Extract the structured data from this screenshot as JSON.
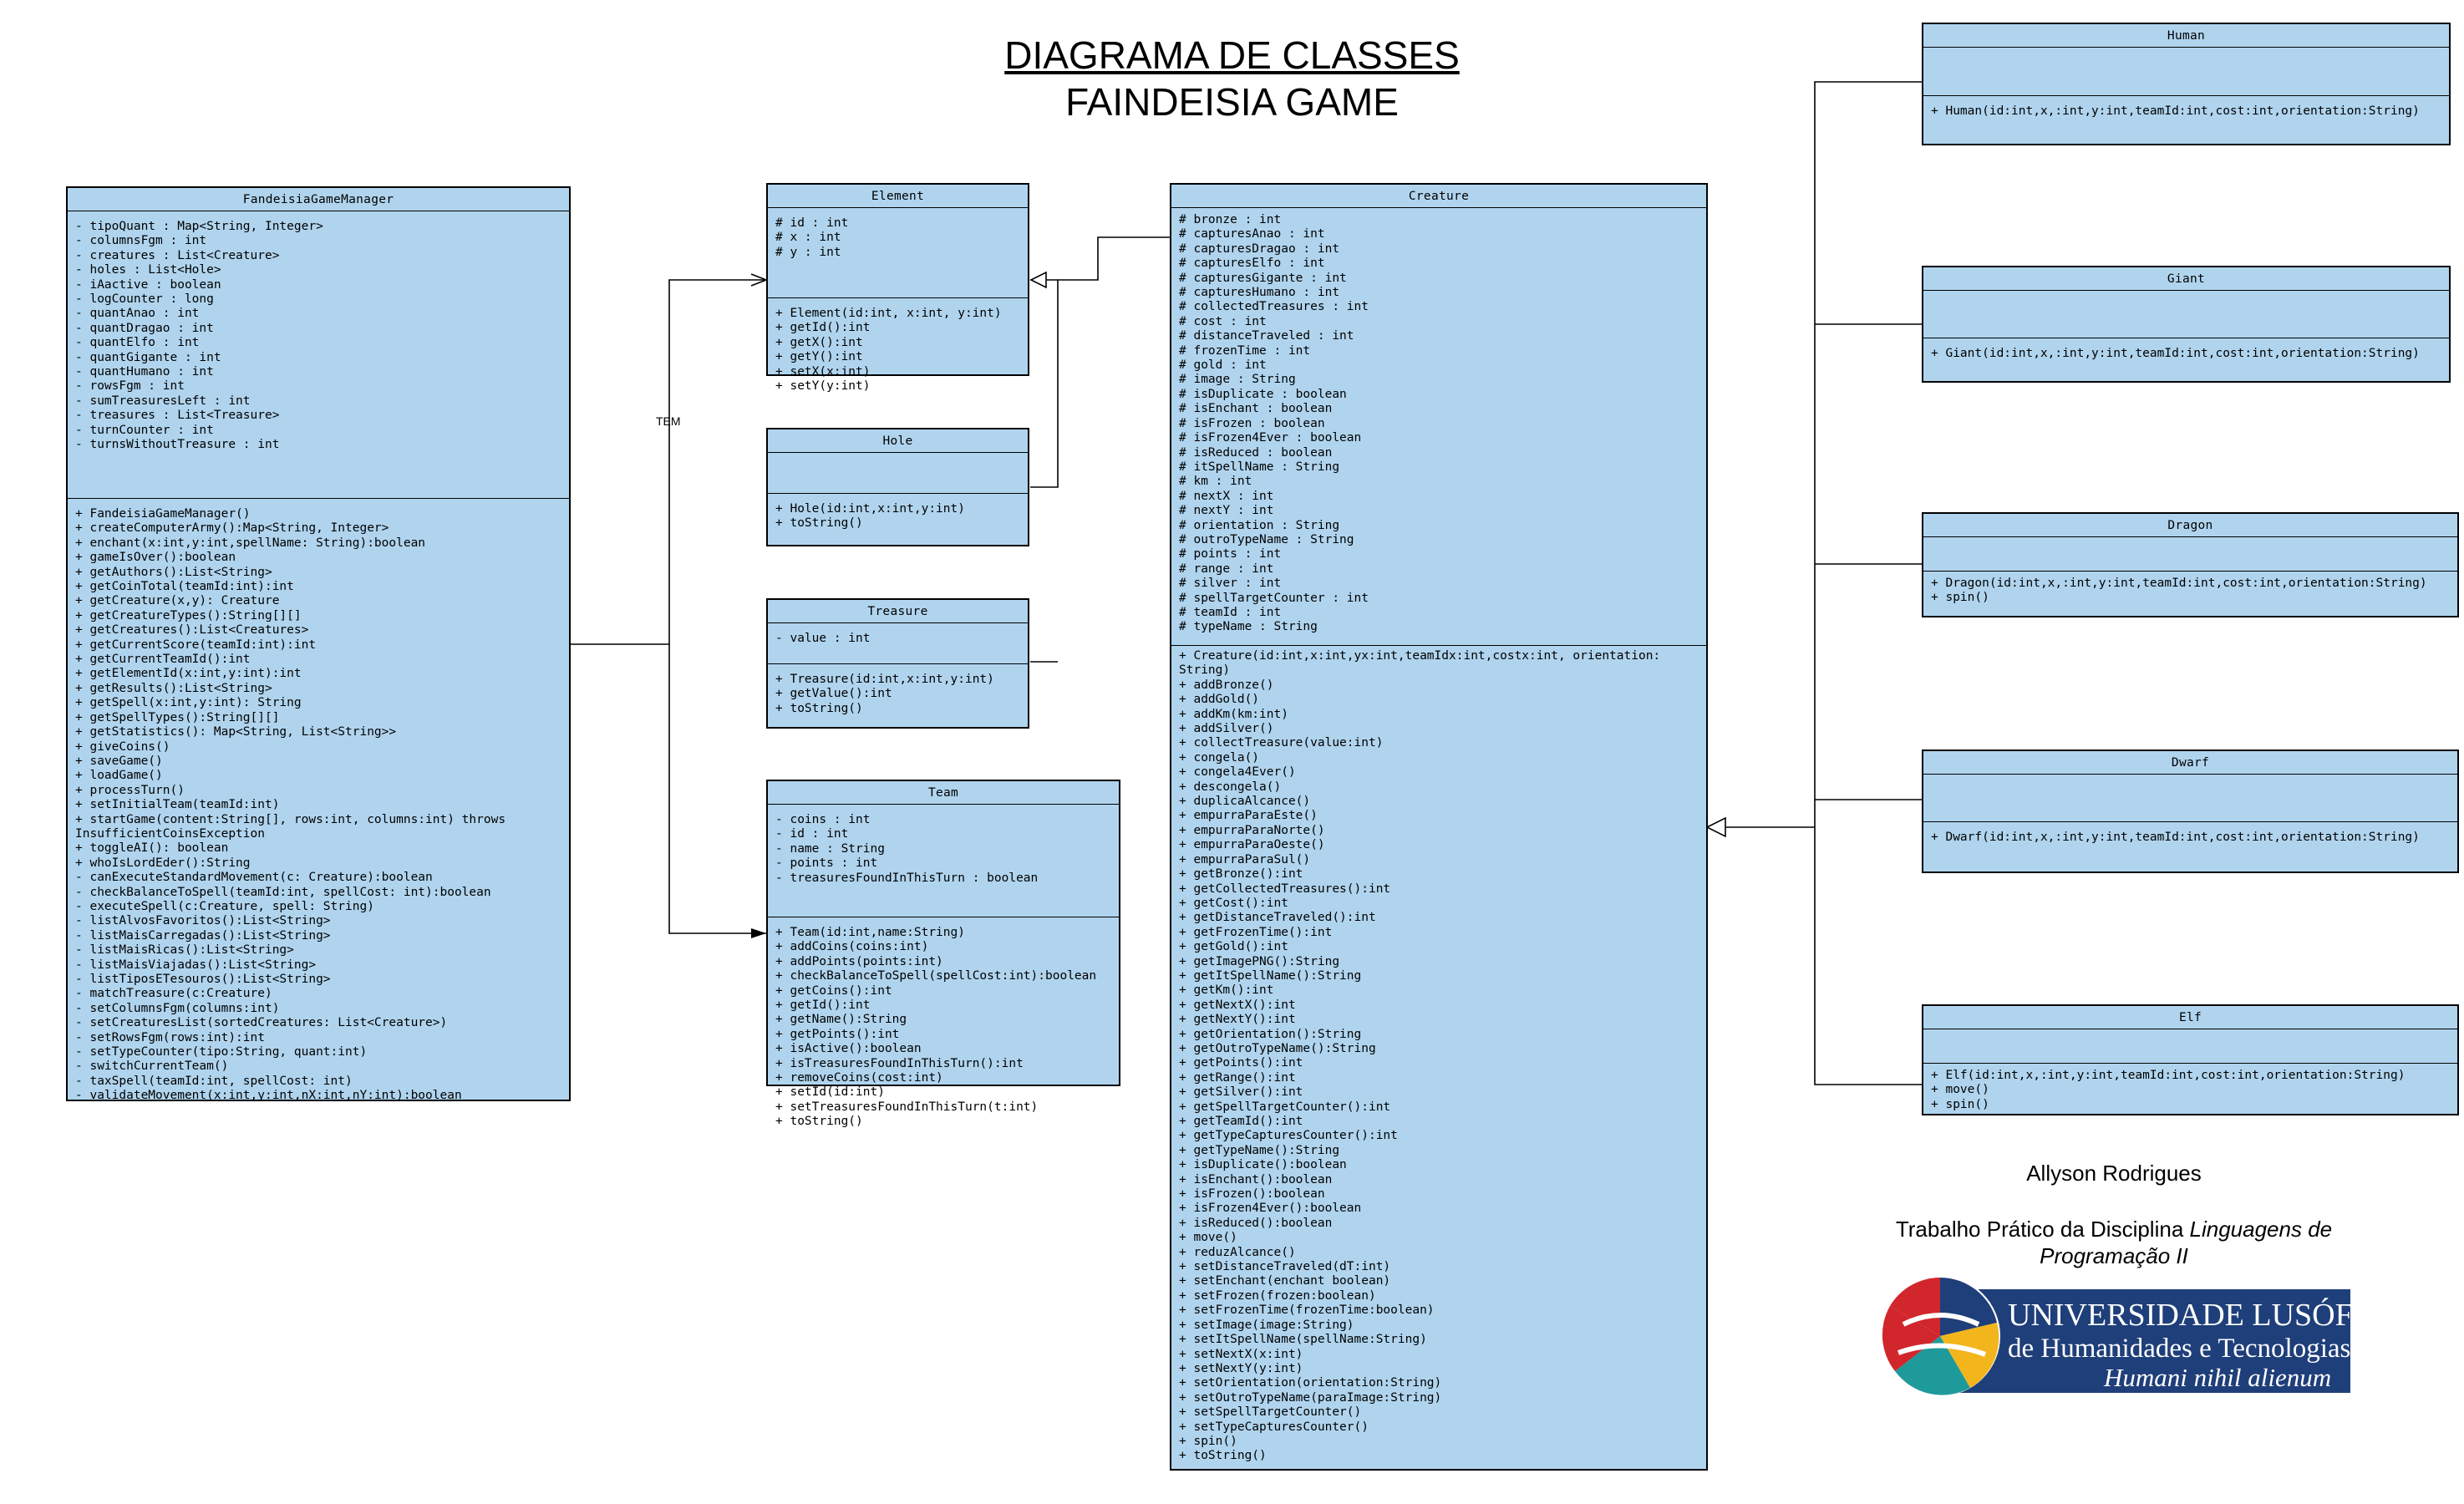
{
  "diagram": {
    "title": "DIAGRAMA DE CLASSES",
    "subtitle": "FAINDEISIA GAME",
    "association_label": "TEM",
    "colors": {
      "box_fill": "#b0d4ee",
      "border": "#000000"
    }
  },
  "classes": {
    "manager": {
      "name": "FandeisiaGameManager",
      "attributes": [
        "- tipoQuant : Map<String, Integer>",
        "- columnsFgm : int",
        "- creatures : List<Creature>",
        "- holes : List<Hole>",
        "- iAactive : boolean",
        "- logCounter : long",
        "- quantAnao : int",
        "- quantDragao : int",
        "- quantElfo : int",
        "- quantGigante : int",
        "- quantHumano : int",
        "- rowsFgm : int",
        "- sumTreasuresLeft : int",
        "- treasures : List<Treasure>",
        "- turnCounter : int",
        "- turnsWithoutTreasure : int"
      ],
      "methods": [
        "+ FandeisiaGameManager()",
        "+ createComputerArmy():Map<String, Integer>",
        "+ enchant(x:int,y:int,spellName: String):boolean",
        "+ gameIsOver():boolean",
        "+ getAuthors():List<String>",
        "+ getCoinTotal(teamId:int):int",
        "+ getCreature(x,y): Creature",
        "+ getCreatureTypes():String[][]",
        "+ getCreatures():List<Creatures>",
        "+ getCurrentScore(teamId:int):int",
        "+ getCurrentTeamId():int",
        "+ getElementId(x:int,y:int):int",
        "+ getResults():List<String>",
        "+ getSpell(x:int,y:int): String",
        "+ getSpellTypes():String[][]",
        "+ getStatistics(): Map<String, List<String>>",
        "+ giveCoins()",
        "+ saveGame()",
        "+ loadGame()",
        "+ processTurn()",
        "+ setInitialTeam(teamId:int)",
        "+ startGame(content:String[], rows:int, columns:int) throws InsufficientCoinsException",
        "+ toggleAI(): boolean",
        "+ whoIsLordEder():String",
        "- canExecuteStandardMovement(c: Creature):boolean",
        "- checkBalanceToSpell(teamId:int, spellCost: int):boolean",
        "- executeSpell(c:Creature, spell: String)",
        "- listAlvosFavoritos():List<String>",
        "- listMaisCarregadas():List<String>",
        "- listMaisRicas():List<String>",
        "- listMaisViajadas():List<String>",
        "- listTiposETesouros():List<String>",
        "- matchTreasure(c:Creature)",
        "- setColumnsFgm(columns:int)",
        "- setCreaturesList(sortedCreatures: List<Creature>)",
        "- setRowsFgm(rows:int):int",
        "- setTypeCounter(tipo:String, quant:int)",
        "- switchCurrentTeam()",
        "- taxSpell(teamId:int, spellCost: int)",
        "- validateMovement(x:int,y:int,nX:int,nY:int):boolean"
      ]
    },
    "element": {
      "name": "Element",
      "attributes": [
        "# id : int",
        "# x : int",
        "# y : int"
      ],
      "methods": [
        "+ Element(id:int, x:int, y:int)",
        "+ getId():int",
        "+ getX():int",
        "+ getY():int",
        "+ setX(x:int)",
        "+ setY(y:int)"
      ]
    },
    "hole": {
      "name": "Hole",
      "attributes": [],
      "methods": [
        "+ Hole(id:int,x:int,y:int)",
        "+ toString()"
      ]
    },
    "treasure": {
      "name": "Treasure",
      "attributes": [
        "- value : int"
      ],
      "methods": [
        "+ Treasure(id:int,x:int,y:int)",
        "+ getValue():int",
        "+ toString()"
      ]
    },
    "team": {
      "name": "Team",
      "attributes": [
        "- coins : int",
        "- id : int",
        "- name : String",
        "- points : int",
        "- treasuresFoundInThisTurn : boolean"
      ],
      "methods": [
        "+ Team(id:int,name:String)",
        "+ addCoins(coins:int)",
        "+ addPoints(points:int)",
        "+ checkBalanceToSpell(spellCost:int):boolean",
        "+ getCoins():int",
        "+ getId():int",
        "+ getName():String",
        "+ getPoints():int",
        "+ isActive():boolean",
        "+ isTreasuresFoundInThisTurn():int",
        "+ removeCoins(cost:int)",
        "+ setId(id:int)",
        "+ setTreasuresFoundInThisTurn(t:int)",
        "+ toString()"
      ]
    },
    "creature": {
      "name": "Creature",
      "attributes": [
        "# bronze : int",
        "# capturesAnao : int",
        "# capturesDragao : int",
        "# capturesElfo : int",
        "# capturesGigante : int",
        "# capturesHumano : int",
        "# collectedTreasures : int",
        "# cost : int",
        "# distanceTraveled : int",
        "# frozenTime : int",
        "# gold : int",
        "# image : String",
        "# isDuplicate : boolean",
        "# isEnchant : boolean",
        "# isFrozen : boolean",
        "# isFrozen4Ever : boolean",
        "# isReduced : boolean",
        "# itSpellName : String",
        "# km : int",
        "# nextX : int",
        "# nextY : int",
        "# orientation : String",
        "# outroTypeName : String",
        "# points : int",
        "# range : int",
        "# silver : int",
        "# spellTargetCounter : int",
        "# teamId : int",
        "# typeName : String"
      ],
      "methods": [
        "+ Creature(id:int,x:int,yx:int,teamIdx:int,costx:int, orientation: String)",
        "+ addBronze()",
        "+ addGold()",
        "+ addKm(km:int)",
        "+ addSilver()",
        "+ collectTreasure(value:int)",
        "+ congela()",
        "+ congela4Ever()",
        "+ descongela()",
        "+ duplicaAlcance()",
        "+ empurraParaEste()",
        "+ empurraParaNorte()",
        "+ empurraParaOeste()",
        "+ empurraParaSul()",
        "+ getBronze():int",
        "+ getCollectedTreasures():int",
        "+ getCost():int",
        "+ getDistanceTraveled():int",
        "+ getFrozenTime():int",
        "+ getGold():int",
        "+ getImagePNG():String",
        "+ getItSpellName():String",
        "+ getKm():int",
        "+ getNextX():int",
        "+ getNextY():int",
        "+ getOrientation():String",
        "+ getOutroTypeName():String",
        "+ getPoints():int",
        "+ getRange():int",
        "+ getSilver():int",
        "+ getSpellTargetCounter():int",
        "+ getTeamId():int",
        "+ getTypeCapturesCounter():int",
        "+ getTypeName():String",
        "+ isDuplicate():boolean",
        "+ isEnchant():boolean",
        "+ isFrozen():boolean",
        "+ isFrozen4Ever():boolean",
        "+ isReduced():boolean",
        "+ move()",
        "+ reduzAlcance()",
        "+ setDistanceTraveled(dT:int)",
        "+ setEnchant(enchant boolean)",
        "+ setFrozen(frozen:boolean)",
        "+ setFrozenTime(frozenTime:boolean)",
        "+ setImage(image:String)",
        "+ setItSpellName(spellName:String)",
        "+ setNextX(x:int)",
        "+ setNextY(y:int)",
        "+ setOrientation(orientation:String)",
        "+ setOutroTypeName(paraImage:String)",
        "+ setSpellTargetCounter()",
        "+ setTypeCapturesCounter()",
        "+ spin()",
        "+ toString()"
      ]
    },
    "human": {
      "name": "Human",
      "attributes": [],
      "methods": [
        "+ Human(id:int,x,:int,y:int,teamId:int,cost:int,orientation:String)"
      ]
    },
    "giant": {
      "name": "Giant",
      "attributes": [],
      "methods": [
        "+ Giant(id:int,x,:int,y:int,teamId:int,cost:int,orientation:String)"
      ]
    },
    "dragon": {
      "name": "Dragon",
      "attributes": [],
      "methods": [
        "+ Dragon(id:int,x,:int,y:int,teamId:int,cost:int,orientation:String)",
        "+ spin()"
      ]
    },
    "dwarf": {
      "name": "Dwarf",
      "attributes": [],
      "methods": [
        "+ Dwarf(id:int,x,:int,y:int,teamId:int,cost:int,orientation:String)"
      ]
    },
    "elf": {
      "name": "Elf",
      "attributes": [],
      "methods": [
        "+ Elf(id:int,x,:int,y:int,teamId:int,cost:int,orientation:String)",
        "+ move()",
        "+ spin()"
      ]
    }
  },
  "credits": {
    "author": "Allyson Rodrigues",
    "course_prefix": "Trabalho Prático da Disciplina ",
    "course_name": "Linguagens de Programação II"
  },
  "logo": {
    "line1": "UNIVERSIDADE LUSÓFONA",
    "line2": "de Humanidades e Tecnologias",
    "motto": "Humani nihil alienum",
    "colors": {
      "navy": "#1f3f7a",
      "red": "#d1262b",
      "teal": "#1e9a9a",
      "yellow": "#f2b51c"
    }
  }
}
